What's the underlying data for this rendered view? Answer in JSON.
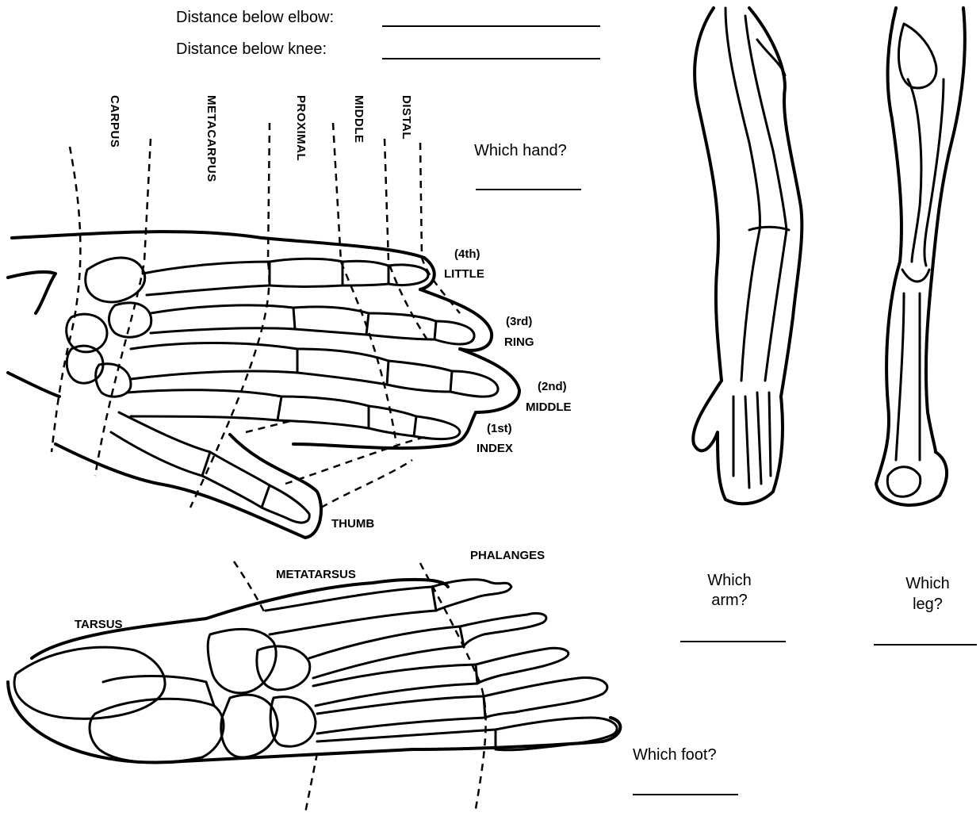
{
  "distance": {
    "elbow_label": "Distance below elbow:",
    "knee_label": "Distance below knee:"
  },
  "hand": {
    "question": "Which hand?",
    "bone_labels": {
      "carpus": "CARPUS",
      "metacarpus": "METACARPUS",
      "proximal": "PROXIMAL",
      "middle": "MIDDLE",
      "distal": "DISTAL"
    },
    "finger_labels": {
      "little_num": "(4th)",
      "little": "LITTLE",
      "ring_num": "(3rd)",
      "ring": "RING",
      "middle_num": "(2nd)",
      "middle": "MIDDLE",
      "index_num": "(1st)",
      "index": "INDEX",
      "thumb": "THUMB"
    }
  },
  "foot": {
    "question": "Which foot?",
    "labels": {
      "tarsus": "TARSUS",
      "metatarsus": "METATARSUS",
      "phalanges": "PHALANGES"
    }
  },
  "arm": {
    "question_line1": "Which",
    "question_line2": "arm?"
  },
  "leg": {
    "question_line1": "Which",
    "question_line2": "leg?"
  },
  "colors": {
    "ink": "#000000",
    "paper": "#ffffff"
  }
}
